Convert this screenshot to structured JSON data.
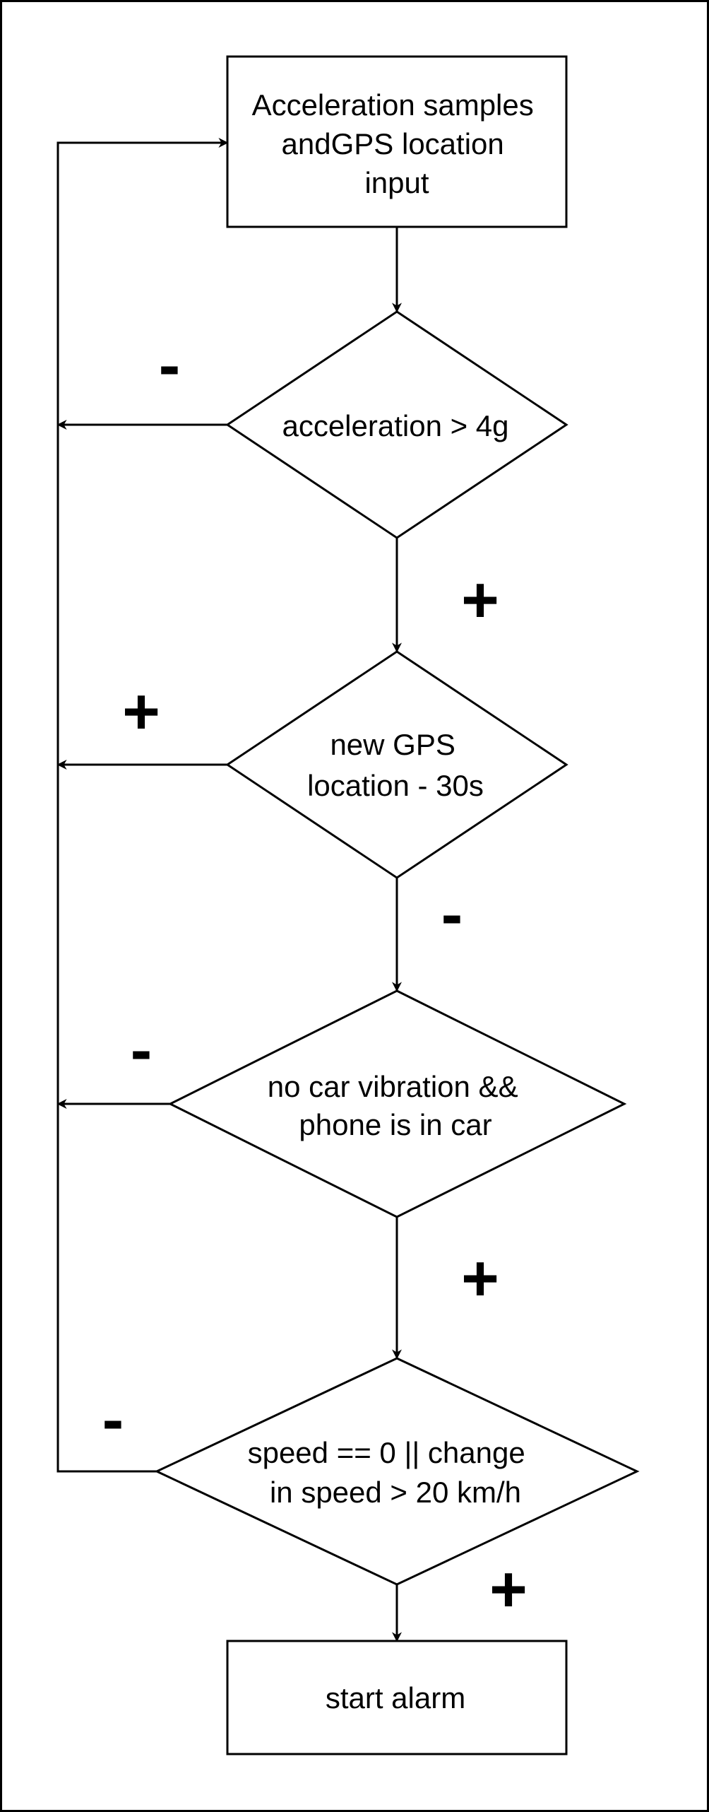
{
  "nodes": {
    "input": {
      "lines": [
        "Acceleration samples",
        "andGPS location",
        "input"
      ]
    },
    "acceleration_check": {
      "lines": [
        "acceleration > 4g"
      ]
    },
    "gps_check": {
      "lines": [
        "new GPS",
        "location - 30s"
      ]
    },
    "vibration_check": {
      "lines": [
        "no car vibration &&",
        "phone is in car"
      ]
    },
    "speed_check": {
      "lines": [
        "speed == 0 || change",
        "in speed > 20 km/h"
      ]
    },
    "alarm": {
      "lines": [
        "start alarm"
      ]
    }
  },
  "labels": {
    "acceleration_no": "-",
    "acceleration_yes": "+",
    "gps_yes": "+",
    "gps_no": "-",
    "vibration_no": "-",
    "vibration_yes": "+",
    "speed_no": "-",
    "speed_yes": "+"
  }
}
